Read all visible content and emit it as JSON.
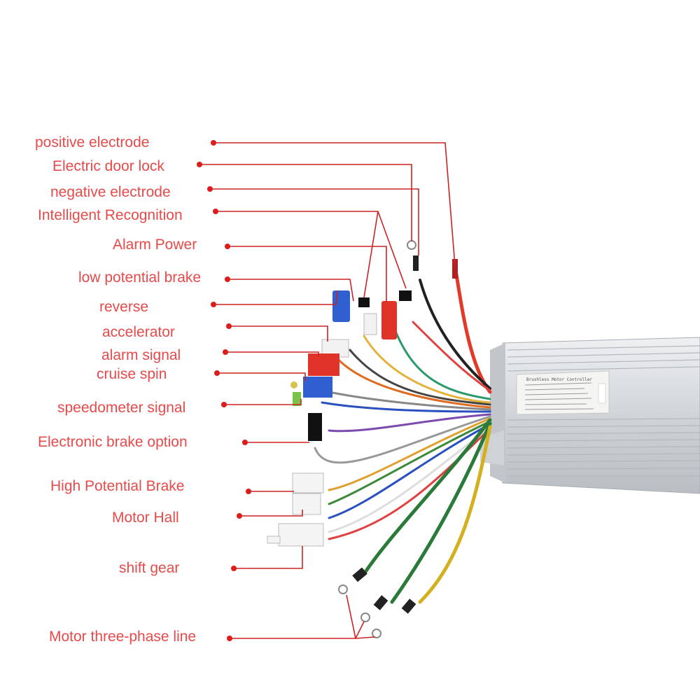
{
  "labels": [
    {
      "id": "positive-electrode",
      "text": "positive electrode"
    },
    {
      "id": "electric-door-lock",
      "text": "Electric door lock"
    },
    {
      "id": "negative-electrode",
      "text": "negative electrode"
    },
    {
      "id": "intelligent-recognition",
      "text": "Intelligent Recognition"
    },
    {
      "id": "alarm-power",
      "text": "Alarm Power"
    },
    {
      "id": "low-potential-brake",
      "text": "low potential brake"
    },
    {
      "id": "reverse",
      "text": "reverse"
    },
    {
      "id": "accelerator",
      "text": "accelerator"
    },
    {
      "id": "alarm-signal",
      "text": "alarm signal"
    },
    {
      "id": "cruise-spin",
      "text": "cruise spin"
    },
    {
      "id": "speedometer-signal",
      "text": "speedometer signal"
    },
    {
      "id": "electronic-brake-option",
      "text": "Electronic brake option"
    },
    {
      "id": "high-potential-brake",
      "text": "High Potential Brake"
    },
    {
      "id": "motor-hall",
      "text": "Motor Hall"
    },
    {
      "id": "shift-gear",
      "text": "shift gear"
    },
    {
      "id": "motor-three-phase-line",
      "text": "Motor three-phase line"
    }
  ],
  "controller": {
    "title": "Brushless Motor Controller"
  },
  "colors": {
    "label": "#e64a4a",
    "leader": "#cc2222",
    "housing": "#d6d9dc"
  }
}
